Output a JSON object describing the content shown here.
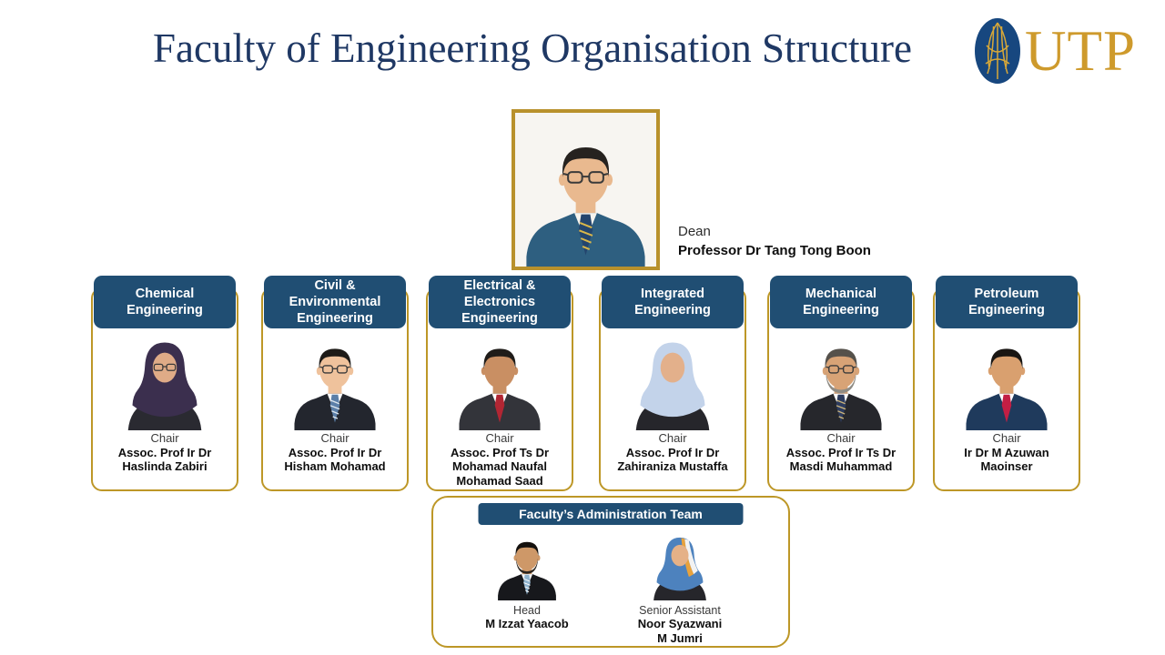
{
  "title": "Faculty of Engineering Organisation Structure",
  "logo": {
    "text": "UTP",
    "mark_icon": "utp-tree-emblem-icon"
  },
  "dean": {
    "role": "Dean",
    "name": "Professor Dr Tang Tong Boon",
    "avatar": "dean"
  },
  "departments": [
    {
      "title": "Chemical\nEngineering",
      "role": "Chair",
      "name": "Assoc. Prof Ir Dr\nHaslinda Zabiri",
      "avatar": "chemical_chair"
    },
    {
      "title": "Civil &\nEnvironmental\nEngineering",
      "role": "Chair",
      "name": "Assoc. Prof Ir Dr\nHisham Mohamad",
      "avatar": "civil_chair"
    },
    {
      "title": "Electrical &\nElectronics\nEngineering",
      "role": "Chair",
      "name": "Assoc. Prof Ts Dr\nMohamad Naufal\nMohamad Saad",
      "avatar": "electrical_chair"
    },
    {
      "title": "Integrated\nEngineering",
      "role": "Chair",
      "name": "Assoc. Prof Ir Dr\nZahiraniza Mustaffa",
      "avatar": "integrated_chair"
    },
    {
      "title": "Mechanical\nEngineering",
      "role": "Chair",
      "name": "Assoc. Prof Ir Ts Dr\nMasdi Muhammad",
      "avatar": "mechanical_chair"
    },
    {
      "title": "Petroleum\nEngineering",
      "role": "Chair",
      "name": "Ir Dr M Azuwan\nMaoinser",
      "avatar": "petroleum_chair"
    }
  ],
  "admin": {
    "title": "Faculty’s Administration Team",
    "members": [
      {
        "role": "Head",
        "name": "M Izzat Yaacob",
        "avatar": "admin_head"
      },
      {
        "role": "Senior Assistant",
        "name": "Noor Syazwani\nM Jumri",
        "avatar": "admin_assistant"
      }
    ]
  },
  "colors": {
    "header_navy": "#204E73",
    "card_gold_border": "#BD9727",
    "dean_frame_gold": "#B8912C",
    "title_blue": "#1F3864",
    "logo_blue": "#17477F",
    "logo_gold": "#CE9A2C",
    "role_text_gray": "#3A3A3A",
    "name_text_black": "#0E0E0E",
    "background": "#FFFFFF"
  },
  "avatars": {
    "dean": {
      "kind": "man",
      "skin": "#E9B98F",
      "hair": "#26221F",
      "glasses": true,
      "suit": "#2E5F80",
      "shirt": "#F6F4EE",
      "tie": "#24456E",
      "tie_stripe": "#D9B64A",
      "bg": "#F7F5F1"
    },
    "chemical_chair": {
      "kind": "hijab",
      "skin": "#DFAB87",
      "hijab": "#3B2F4E",
      "glasses": true,
      "suit": "#2A2A31",
      "bg": "#FFFFFF"
    },
    "civil_chair": {
      "kind": "man",
      "skin": "#EFC29C",
      "hair": "#1E1B18",
      "glasses": true,
      "suit": "#23262E",
      "shirt": "#FFFFFF",
      "tie": "#5C7FA8",
      "tie_stripe": "#DDE6EE",
      "bg": "#FFFFFF"
    },
    "electrical_chair": {
      "kind": "man",
      "skin": "#C98F63",
      "hair": "#1F1C19",
      "glasses": false,
      "suit": "#33343A",
      "shirt": "#FFFFFF",
      "tie": "#B22633",
      "bg": "#FFFFFF"
    },
    "integrated_chair": {
      "kind": "hijab",
      "skin": "#E3B08B",
      "hijab": "#C3D3EA",
      "glasses": false,
      "suit": "#26262B",
      "bg": "#FFFFFF"
    },
    "mechanical_chair": {
      "kind": "man",
      "skin": "#D8A376",
      "hair": "#55514B",
      "glasses": true,
      "beard": "#8E8B84",
      "suit": "#26272C",
      "shirt": "#FFFFFF",
      "tie": "#2D3C5F",
      "tie_stripe": "#C9B27A",
      "bg": "#FFFFFF"
    },
    "petroleum_chair": {
      "kind": "man",
      "skin": "#D9A06F",
      "hair": "#191613",
      "glasses": false,
      "suit": "#1F3A5C",
      "shirt": "#FFFFFF",
      "tie": "#C21E44",
      "bg": "#FFFFFF"
    },
    "admin_head": {
      "kind": "man",
      "skin": "#CE9868",
      "hair": "#14110E",
      "glasses": false,
      "beard": "#2A241E",
      "suit": "#17181C",
      "shirt": "#FFFFFF",
      "tie": "#8FB3CE",
      "tie_stripe": "#FFFFFF",
      "bg": "#FFFFFF"
    },
    "admin_assistant": {
      "kind": "hijab",
      "skin": "#E5B187",
      "hijab": "#4D82BE",
      "accents": [
        "#E8A23C",
        "#F2F2F2"
      ],
      "glasses": false,
      "suit": "#26262B",
      "bg": "#FFFFFF"
    }
  }
}
